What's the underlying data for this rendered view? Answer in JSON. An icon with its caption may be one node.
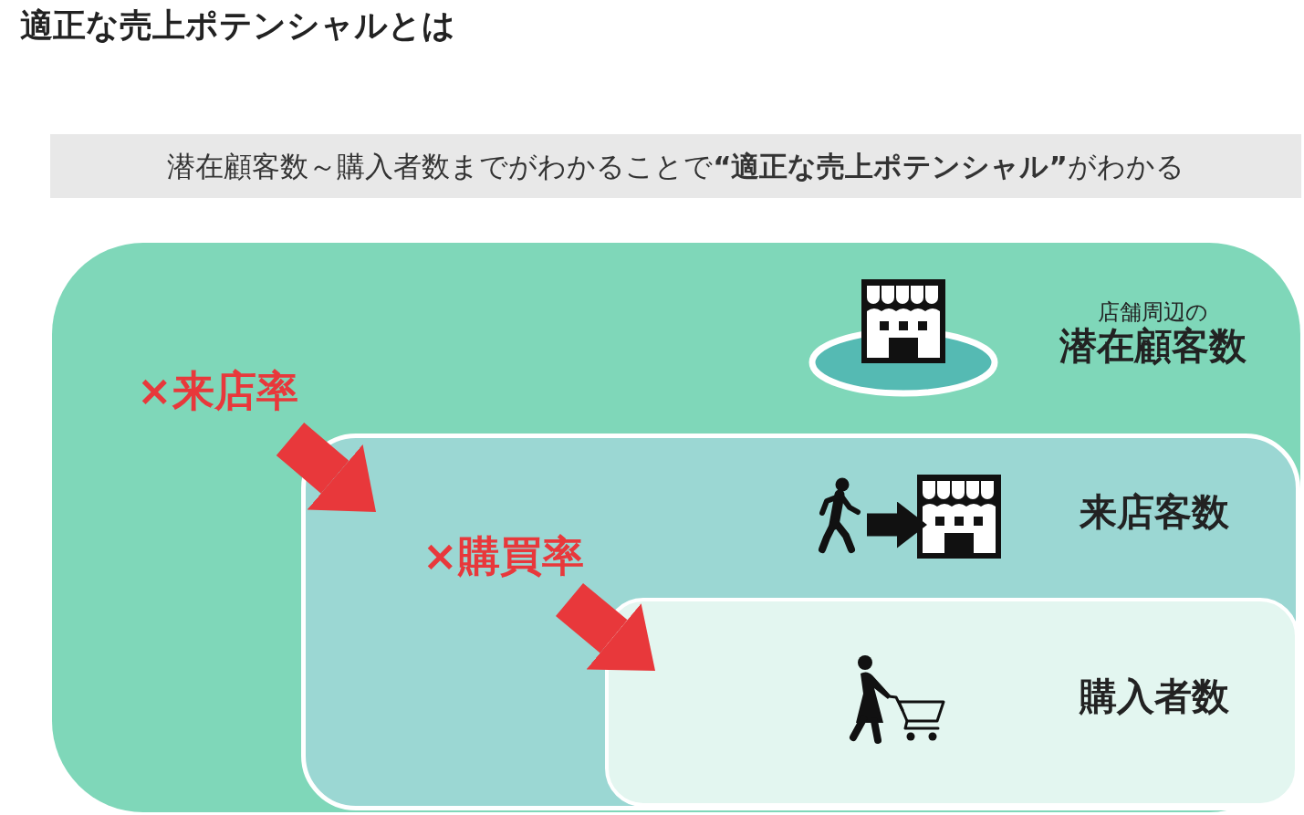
{
  "diagram": {
    "title": "適正な売上ポテンシャルとは",
    "nodes": [
      {
        "text": [
          "潜在顧客数～購入者数までがわかることで**“適正な売上ポテンシャル”**がわかる"
        ]
      },
      {
        "text": [
          "店舗周辺の",
          "潜在顧客数"
        ]
      },
      {
        "text": [
          "×来店率"
        ],
        "in": 1
      },
      {
        "text": [
          "来店客数"
        ],
        "in": 1
      },
      {
        "text": [],
        "shape": "person",
        "in": 3
      },
      {
        "text": [],
        "shape": "picture",
        "in": 3
      },
      {
        "text": [
          "×購買率"
        ],
        "in": 3
      },
      {
        "text": [
          "購入者数"
        ],
        "in": 3
      }
    ],
    "edges": [
      {
        "from": 2,
        "to": 3,
        "arrow": "to",
        "color": "#e8383b"
      },
      {
        "from": 4,
        "to": 5,
        "arrow": "to",
        "color": "#111111"
      },
      {
        "from": 6,
        "to": 7,
        "arrow": "to",
        "color": "#e8383b"
      }
    ]
  }
}
